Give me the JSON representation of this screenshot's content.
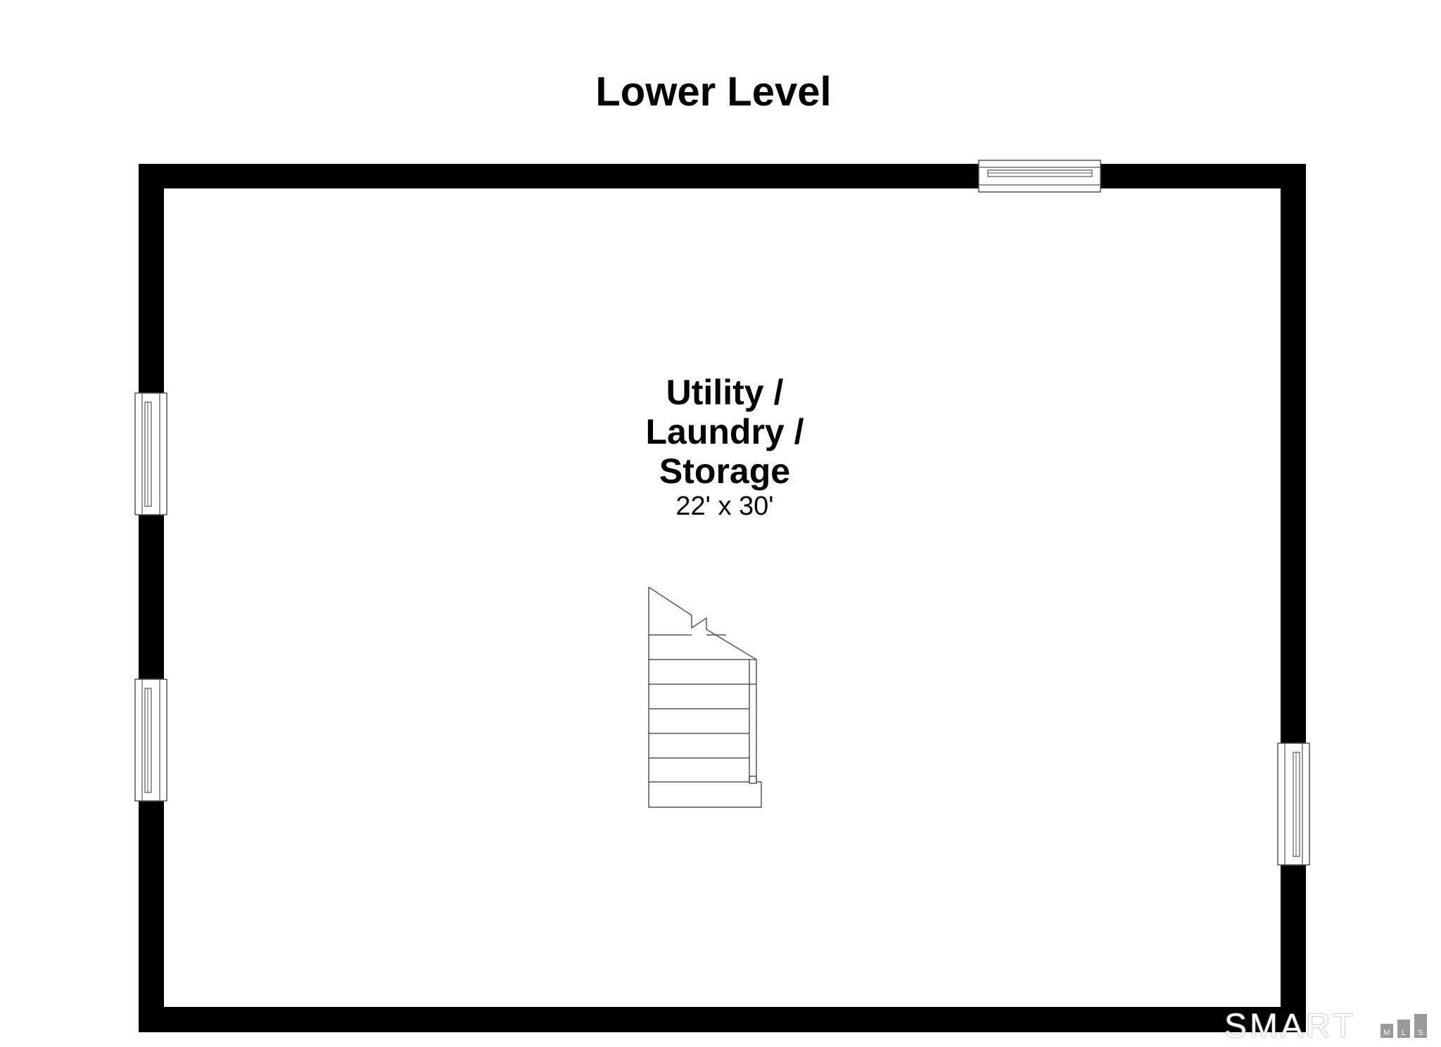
{
  "floor_title": "Lower Level",
  "room": {
    "name_lines": [
      "Utility /",
      "Laundry /",
      "Storage"
    ],
    "dimensions": "22' x 30'"
  },
  "logo": {
    "main": "SMART",
    "sub": "MLS"
  },
  "colors": {
    "wall": "#000000",
    "background": "#ffffff",
    "fixture_line": "#555555"
  },
  "icons": {
    "stairs": "stairs-icon",
    "window": "window-icon"
  }
}
